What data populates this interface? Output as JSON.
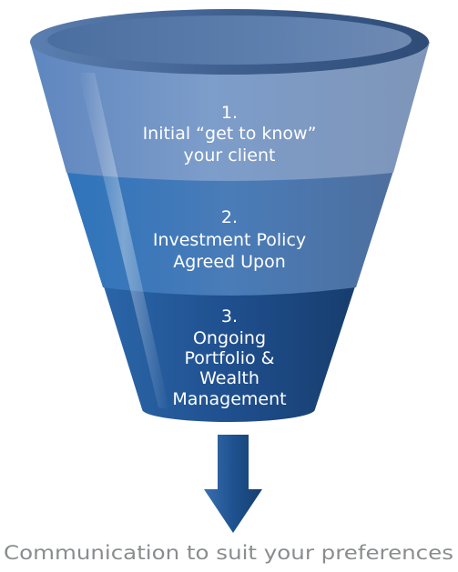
{
  "stages": [
    {
      "number": "1.",
      "lines": [
        "Initial “get to know”",
        "your client"
      ]
    },
    {
      "number": "2.",
      "lines": [
        "Investment Policy",
        "Agreed Upon"
      ]
    },
    {
      "number": "3.",
      "lines": [
        "Ongoing",
        "Portfolio &",
        "Wealth",
        "Management"
      ]
    }
  ],
  "caption": "Communication to suit your preferences",
  "colors": {
    "stage_1": "#6f8fbc",
    "stage_2": "#3f6aa5",
    "stage_3": "#1e4a82",
    "rim": "#3b5f92",
    "arrow": "#1d4f8c",
    "caption": "#8a8c8e"
  }
}
